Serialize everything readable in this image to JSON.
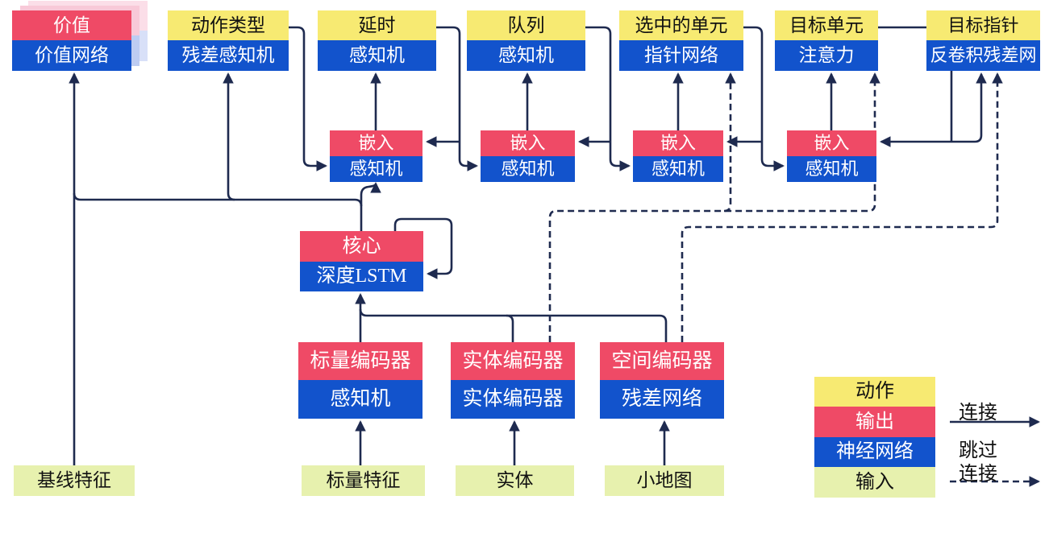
{
  "diagram": {
    "nodes": [
      {
        "id": "value",
        "header": "价值",
        "body": "价值网络",
        "kind": "output",
        "stacked": true
      },
      {
        "id": "action-type",
        "header": "动作类型",
        "body": "残差感知机",
        "kind": "action"
      },
      {
        "id": "delay",
        "header": "延时",
        "body": "感知机",
        "kind": "action"
      },
      {
        "id": "queue",
        "header": "队列",
        "body": "感知机",
        "kind": "action"
      },
      {
        "id": "selected-units",
        "header": "选中的单元",
        "body": "指针网络",
        "kind": "action"
      },
      {
        "id": "target-unit",
        "header": "目标单元",
        "body": "注意力",
        "kind": "action"
      },
      {
        "id": "target-pointer",
        "header": "目标指针",
        "body": "反卷积残差网",
        "kind": "action"
      },
      {
        "id": "embed-1",
        "header": "嵌入",
        "body": "感知机",
        "kind": "output"
      },
      {
        "id": "embed-2",
        "header": "嵌入",
        "body": "感知机",
        "kind": "output"
      },
      {
        "id": "embed-3",
        "header": "嵌入",
        "body": "感知机",
        "kind": "output"
      },
      {
        "id": "embed-4",
        "header": "嵌入",
        "body": "感知机",
        "kind": "output"
      },
      {
        "id": "core",
        "header": "核心",
        "body": "深度LSTM",
        "kind": "output"
      },
      {
        "id": "scalar-encoder",
        "header": "标量编码器",
        "body": "感知机",
        "kind": "output"
      },
      {
        "id": "entity-encoder",
        "header": "实体编码器",
        "body": "实体编码器",
        "kind": "output"
      },
      {
        "id": "spatial-encoder",
        "header": "空间编码器",
        "body": "残差网络",
        "kind": "output"
      }
    ],
    "inputs": [
      {
        "id": "baseline-features",
        "label": "基线特征"
      },
      {
        "id": "scalar-features",
        "label": "标量特征"
      },
      {
        "id": "entities",
        "label": "实体"
      },
      {
        "id": "minimap",
        "label": "小地图"
      }
    ]
  },
  "legend": {
    "items": [
      {
        "label": "动作",
        "kind": "action"
      },
      {
        "label": "输出",
        "kind": "output"
      },
      {
        "label": "神经网络",
        "kind": "network"
      },
      {
        "label": "输入",
        "kind": "input"
      }
    ],
    "solid_label": "连接",
    "dashed_label_line1": "跳过",
    "dashed_label_line2": "连接"
  },
  "colors": {
    "action": "#F7EA72",
    "output": "#EF4A66",
    "network": "#1253CC",
    "input": "#E7F1AE",
    "line": "#1E2A4F",
    "shadow_pink": "#F8C9D8",
    "shadow_blue": "#BDCCF2",
    "shadow_pink2": "#FBDEE8",
    "shadow_blue2": "#D8E0F8",
    "text_dark": "#111111",
    "text_light": "#FFFFFF"
  }
}
